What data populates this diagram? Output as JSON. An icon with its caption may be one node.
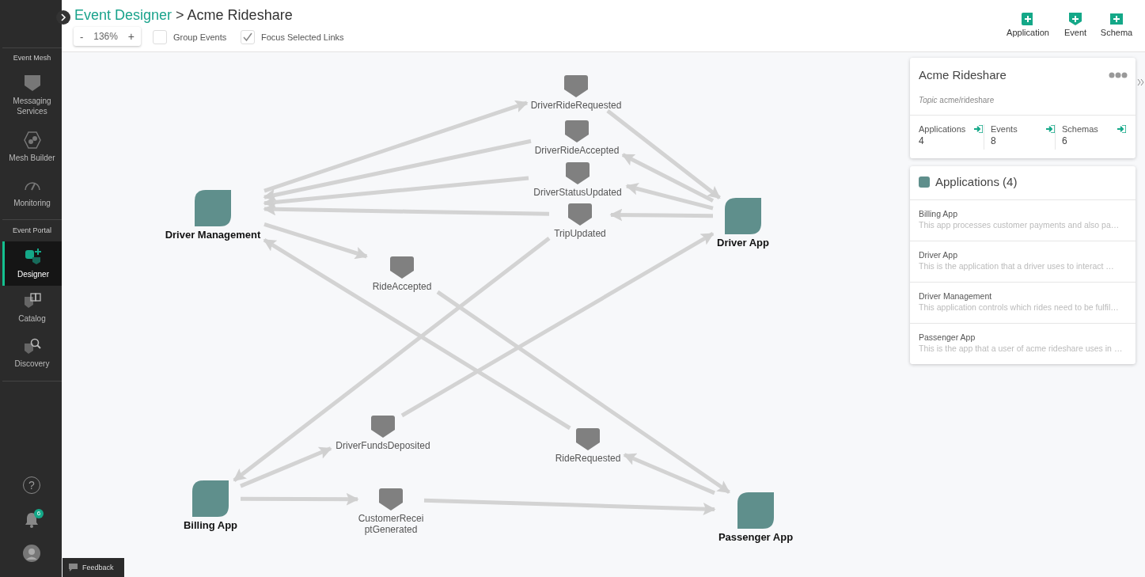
{
  "diagram": {
    "nodes": [
      {
        "text": [
          "Driver Management"
        ]
      },
      {
        "text": [
          "DriverRideRequested"
        ]
      },
      {
        "text": [
          "DriverRideAccepted"
        ]
      },
      {
        "text": [
          "DriverStatusUpdated"
        ]
      },
      {
        "text": [
          "TripUpdated"
        ]
      },
      {
        "text": [
          "Driver App"
        ]
      },
      {
        "text": [
          "RideAccepted"
        ]
      },
      {
        "text": [
          "DriverFundsDeposited"
        ]
      },
      {
        "text": [
          "RideRequested"
        ]
      },
      {
        "text": [
          "Billing App"
        ]
      },
      {
        "text": [
          "CustomerReceiptGenerated"
        ]
      },
      {
        "text": [
          "Passenger App"
        ]
      }
    ],
    "edges": [
      {
        "from": 0,
        "to": 1,
        "arrow": "to"
      },
      {
        "from": 1,
        "to": 5,
        "arrow": "to"
      },
      {
        "from": 2,
        "to": 0,
        "arrow": "to"
      },
      {
        "from": 5,
        "to": 2,
        "arrow": "to"
      },
      {
        "from": 3,
        "to": 0,
        "arrow": "to"
      },
      {
        "from": 5,
        "to": 3,
        "arrow": "to"
      },
      {
        "from": 5,
        "to": 4,
        "arrow": "to"
      },
      {
        "from": 4,
        "to": 0,
        "arrow": "to"
      },
      {
        "from": 4,
        "to": 9,
        "arrow": "to"
      },
      {
        "from": 0,
        "to": 6,
        "arrow": "to"
      },
      {
        "from": 6,
        "to": 11,
        "arrow": "to"
      },
      {
        "from": 8,
        "to": 0,
        "arrow": "to"
      },
      {
        "from": 11,
        "to": 8,
        "arrow": "to"
      },
      {
        "from": 9,
        "to": 7,
        "arrow": "to"
      },
      {
        "from": 7,
        "to": 5,
        "arrow": "to"
      },
      {
        "from": 9,
        "to": 10,
        "arrow": "to"
      },
      {
        "from": 10,
        "to": 11,
        "arrow": "to"
      }
    ],
    "labels": [
      "Event Designer",
      "> Acme Rideshare",
      "-",
      "136%",
      "+",
      "Group Events",
      "Focus Selected Links",
      "Application",
      "Event",
      "Schema",
      "Event Mesh",
      "Messaging Services",
      "Mesh Builder",
      "Monitoring",
      "Event Portal",
      "Designer",
      "Catalog",
      "Discovery",
      "?",
      "6",
      "Feedback",
      "Acme Rideshare",
      "*Topic* acme/rideshare",
      "Applications",
      "4",
      "Events",
      "8",
      "Schemas",
      "6",
      "Applications (4)",
      "Billing App",
      "This app processes customer payments and also pa…",
      "Driver App",
      "This is the application that a driver uses to interact …",
      "Driver Management",
      "This application controls which rides need to be fulfil…",
      "Passenger App",
      "This is the app that a user of acme rideshare uses in …"
    ]
  }
}
